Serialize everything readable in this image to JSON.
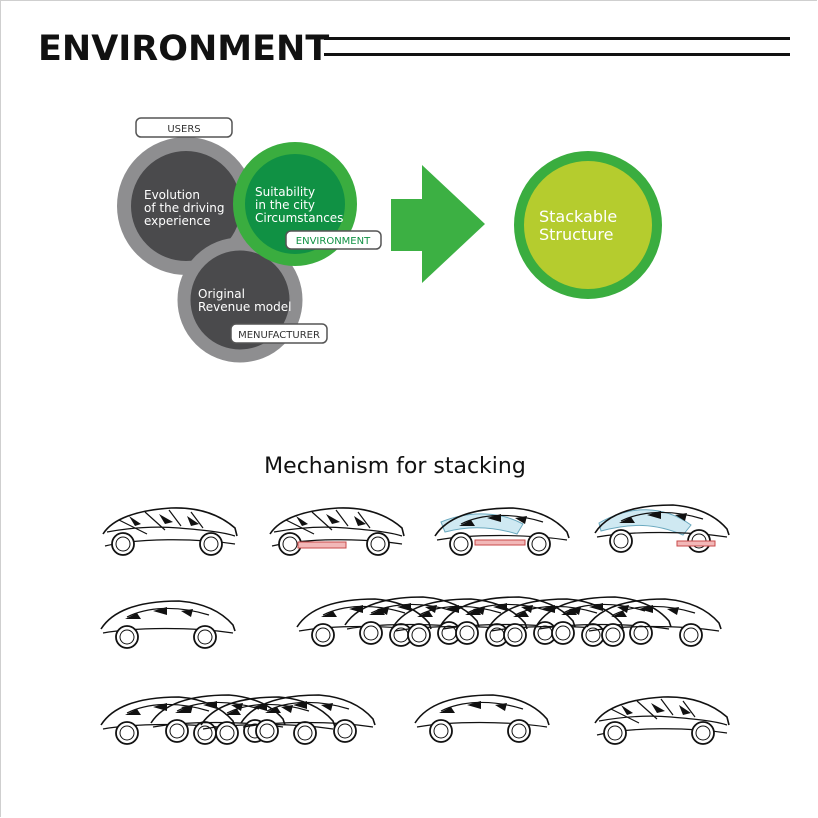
{
  "page": {
    "title": "ENVIRONMENT"
  },
  "diagram": {
    "circles": {
      "users": {
        "text": [
          "Evolution",
          "of the driving",
          "experience"
        ],
        "tag": "USERS"
      },
      "environment": {
        "text": [
          "Suitability",
          "in the city",
          "Circumstances"
        ],
        "tag": "ENVIRONMENT"
      },
      "manufacturer": {
        "text": [
          "Original",
          "Revenue model"
        ],
        "tag": "MENUFACTURER"
      }
    },
    "result": {
      "text": [
        "Stackable",
        "Structure"
      ]
    },
    "colors": {
      "gray_ring": "#8e8e90",
      "dark_fill": "#4a4a4c",
      "green_ring": "#3aad3f",
      "green_fill": "#109144",
      "arrow": "#3cb043",
      "lime_fill": "#b5cc2e"
    }
  },
  "stacking": {
    "heading": "Mechanism for stacking"
  }
}
